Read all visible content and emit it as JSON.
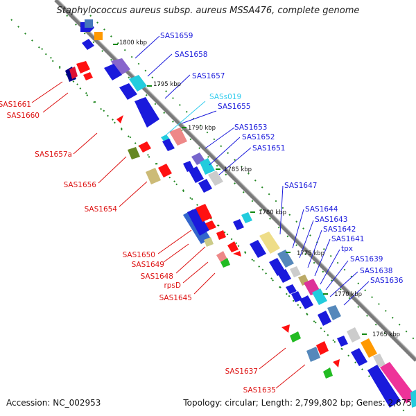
{
  "title": "Staphylococcus aureus subsp. aureus MSSA476, complete genome",
  "accession": "Accession: NC_002953",
  "topology": "Topology: circular; Length: 2,799,802 bp; Genes: 2,675",
  "kbp_ticks": [
    "1800 kbp",
    "1795 kbp",
    "1790 kbp",
    "1785 kbp",
    "1780 kbp",
    "1775 kbp",
    "1770 kbp",
    "1765 kbp"
  ],
  "labels_right": [
    "SAS1659",
    "SAS1658",
    "SAS1657",
    "SASs019",
    "SAS1655",
    "SAS1653",
    "SAS1652",
    "SAS1651",
    "SAS1647",
    "SAS1644",
    "SAS1643",
    "SAS1642",
    "SAS1641",
    "tpx",
    "SAS1639",
    "SAS1638",
    "SAS1636"
  ],
  "labels_left": [
    "SAS1661",
    "SAS1660",
    "SAS1657a",
    "SAS1656",
    "SAS1654",
    "SAS1650",
    "SAS1649",
    "SAS1648",
    "rpsD",
    "SAS1645",
    "SAS1637",
    "SAS1635"
  ],
  "colors": {
    "forward_label": "#1a1adc",
    "reverse_label": "#dd1111",
    "rna_label": "#33ccee",
    "backbone": "#808080",
    "tick": "#118811"
  }
}
